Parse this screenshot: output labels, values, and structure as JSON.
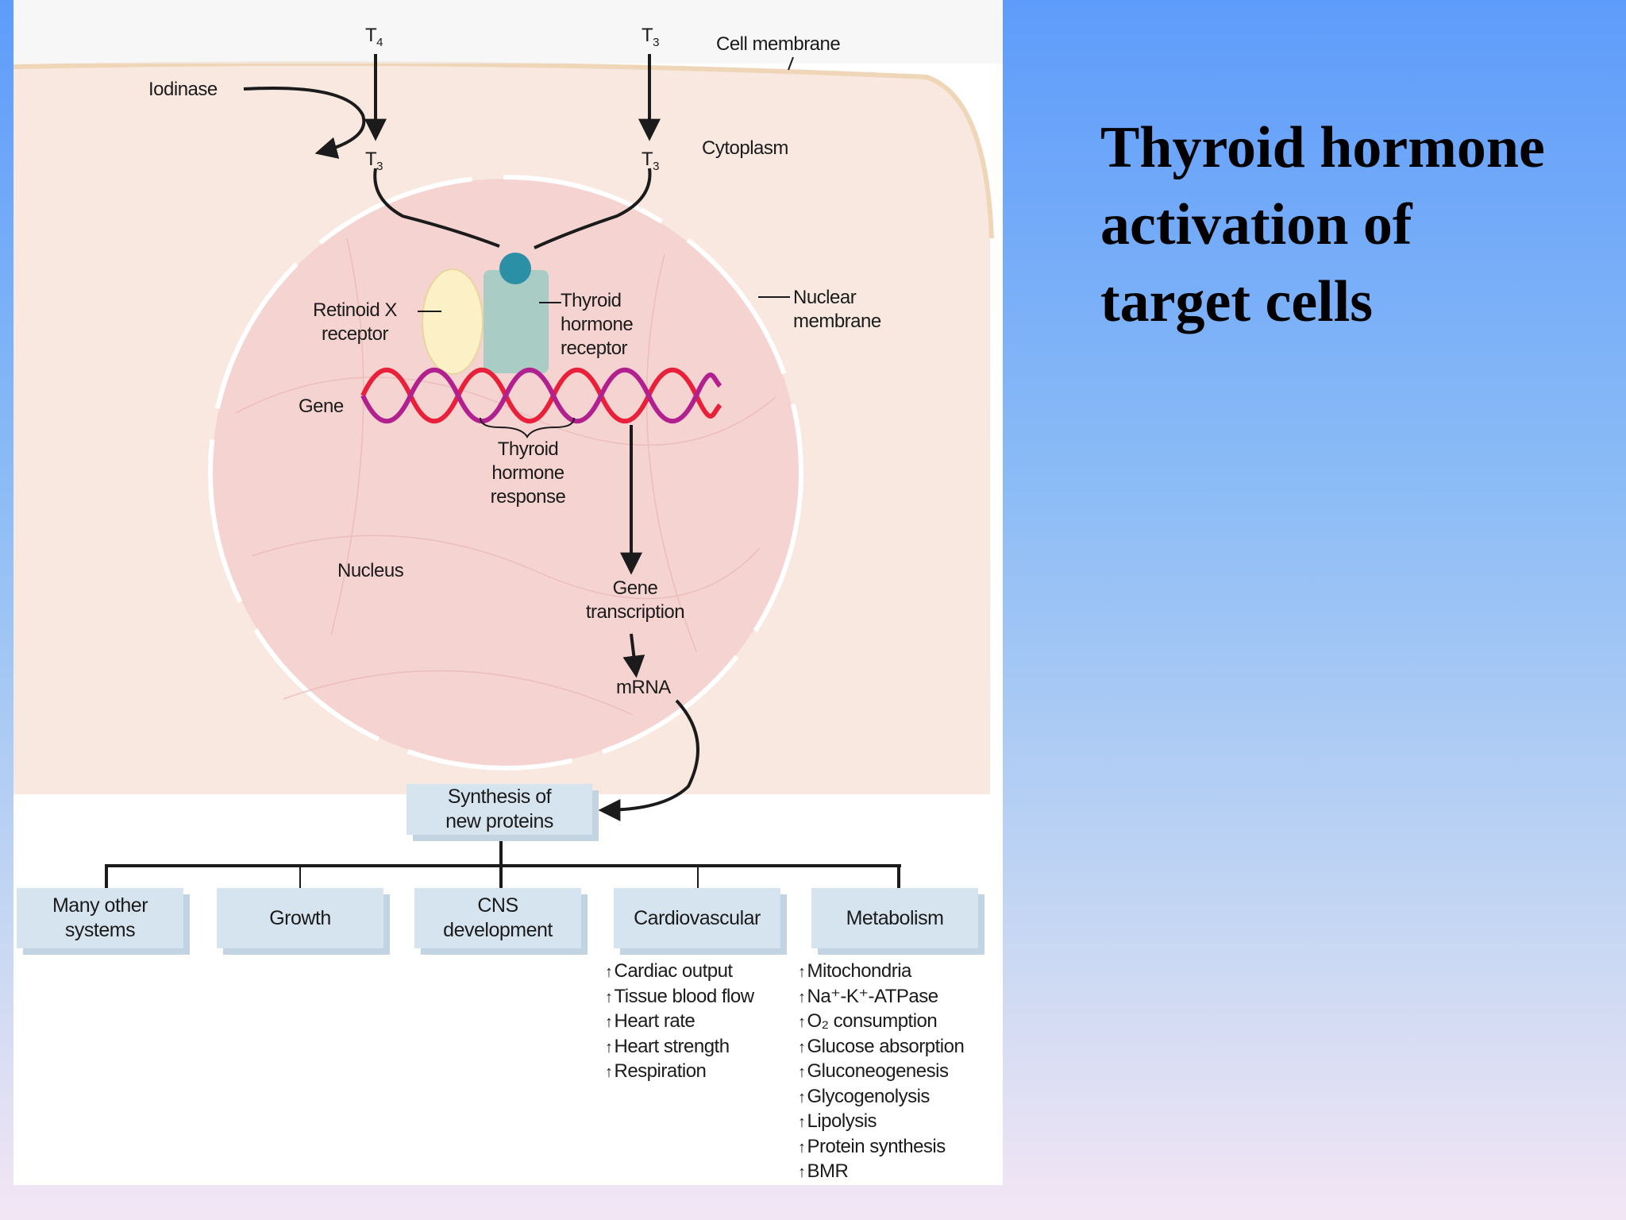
{
  "slide": {
    "title_lines": [
      "Thyroid hormone",
      "activation of",
      "target cells"
    ]
  },
  "diagram": {
    "labels": {
      "t4": "T",
      "t4_sub": "4",
      "t3": "T",
      "t3_sub": "3",
      "iodinase": "Iodinase",
      "cell_membrane": "Cell membrane",
      "cytoplasm": "Cytoplasm",
      "retinoid_line1": "Retinoid X",
      "retinoid_line2": "receptor",
      "thyroid_receptor_line1": "Thyroid",
      "thyroid_receptor_line2": "hormone",
      "thyroid_receptor_line3": "receptor",
      "nuclear_line1": "Nuclear",
      "nuclear_line2": "membrane",
      "gene": "Gene",
      "response_line1": "Thyroid",
      "response_line2": "hormone",
      "response_line3": "response",
      "nucleus": "Nucleus",
      "transcription_line1": "Gene",
      "transcription_line2": "transcription",
      "mrna": "mRNA"
    },
    "synthesis_box": [
      "Synthesis of",
      "new proteins"
    ],
    "target_boxes": [
      [
        "Many other",
        "systems"
      ],
      [
        "Growth"
      ],
      [
        "CNS",
        "development"
      ],
      [
        "Cardiovascular"
      ],
      [
        "Metabolism"
      ]
    ],
    "cardiovascular_effects": [
      "Cardiac output",
      "Tissue blood flow",
      "Heart rate",
      "Heart strength",
      "Respiration"
    ],
    "metabolism_effects": [
      "Mitochondria",
      "Na⁺-K⁺-ATPase",
      "O₂ consumption",
      "Glucose absorption",
      "Gluconeogenesis",
      "Glycogenolysis",
      "Lipolysis",
      "Protein synthesis",
      "BMR"
    ],
    "increase_symbol": "↑",
    "colors": {
      "cytoplasm": "#f8e8e0",
      "nucleus": "#f5d3d0",
      "box": "#d6e4f0",
      "receptor": "#a9ccc4",
      "retinoid": "#fbf0c6",
      "hormone": "#2b8fa6",
      "dna_red": "#e8203a",
      "dna_purple": "#b2208f"
    }
  }
}
